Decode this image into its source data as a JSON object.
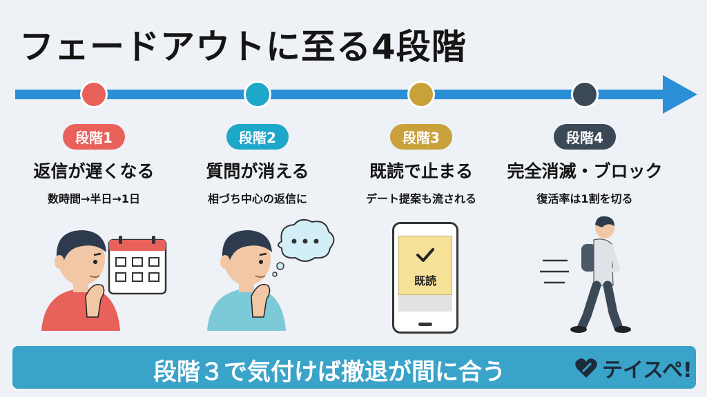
{
  "title": "フェードアウトに至る4段階",
  "stages": [
    {
      "badge": "段階1",
      "title": "返信が遅くなる",
      "desc": "数時間→半日→1日",
      "color": "#e8615a"
    },
    {
      "badge": "段階2",
      "title": "質問が消える",
      "desc": "相づち中心の返信に",
      "color": "#1da7c9"
    },
    {
      "badge": "段階3",
      "title": "既読で止まる",
      "desc": "デート提案も流される",
      "color": "#c9a13b"
    },
    {
      "badge": "段階4",
      "title": "完全消滅・ブロック",
      "desc": "復活率は1割を切る",
      "color": "#3b4856"
    }
  ],
  "phone": {
    "label": "既読"
  },
  "bottom": {
    "message": "段階３で気付けば撤退が間に合う"
  },
  "brand": {
    "name": "テイスペ!"
  },
  "icons": {
    "stage1": "person-thinking-calendar",
    "stage2": "person-thought-bubble",
    "stage3": "phone-checkmark",
    "stage4": "person-walking-away"
  }
}
